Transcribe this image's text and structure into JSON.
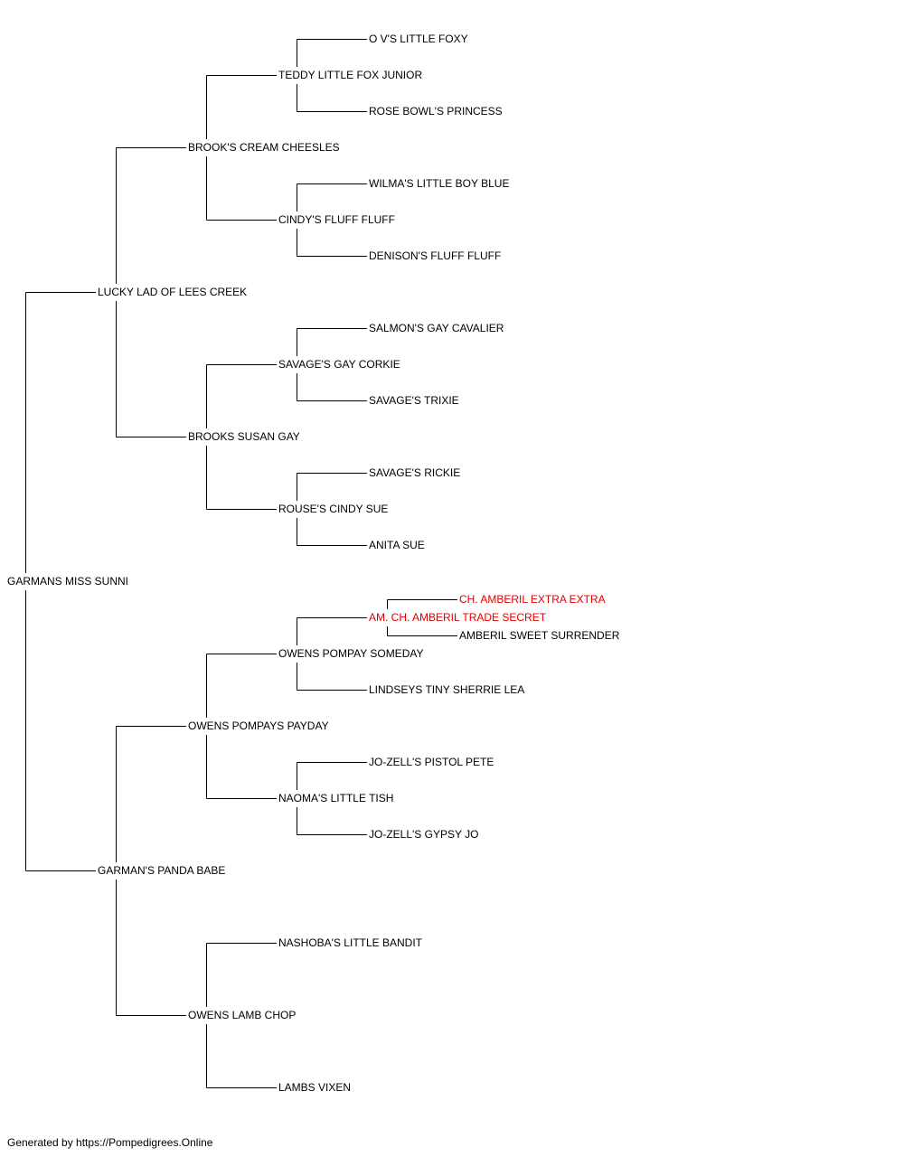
{
  "colors": {
    "line": "#000000",
    "text": "#000000",
    "highlight": "#e00000"
  },
  "pedigree": {
    "name": "GARMANS MISS SUNNI",
    "sire": {
      "name": "LUCKY LAD OF LEES CREEK",
      "sire": {
        "name": "BROOK'S CREAM CHEESLES",
        "sire": {
          "name": "TEDDY LITTLE FOX JUNIOR",
          "sire": {
            "name": "O V'S LITTLE FOXY"
          },
          "dam": {
            "name": "ROSE BOWL'S PRINCESS"
          }
        },
        "dam": {
          "name": "CINDY'S FLUFF FLUFF",
          "sire": {
            "name": "WILMA'S LITTLE BOY BLUE"
          },
          "dam": {
            "name": "DENISON'S FLUFF FLUFF"
          }
        }
      },
      "dam": {
        "name": "BROOKS SUSAN GAY",
        "sire": {
          "name": "SAVAGE'S GAY CORKIE",
          "sire": {
            "name": "SALMON'S GAY CAVALIER"
          },
          "dam": {
            "name": "SAVAGE'S TRIXIE"
          }
        },
        "dam": {
          "name": "ROUSE'S CINDY SUE",
          "sire": {
            "name": "SAVAGE'S RICKIE"
          },
          "dam": {
            "name": "ANITA SUE"
          }
        }
      }
    },
    "dam": {
      "name": "GARMAN'S PANDA BABE",
      "sire": {
        "name": "OWENS POMPAYS PAYDAY",
        "sire": {
          "name": "OWENS POMPAY SOMEDAY",
          "sire": {
            "name": "AM. CH. AMBERIL TRADE SECRET",
            "highlight": true,
            "sire": {
              "name": "CH. AMBERIL EXTRA EXTRA",
              "highlight": true
            },
            "dam": {
              "name": "AMBERIL SWEET SURRENDER"
            }
          },
          "dam": {
            "name": "LINDSEYS TINY SHERRIE LEA"
          }
        },
        "dam": {
          "name": "NAOMA'S LITTLE TISH",
          "sire": {
            "name": "JO-ZELL'S PISTOL PETE"
          },
          "dam": {
            "name": "JO-ZELL'S GYPSY JO"
          }
        }
      },
      "dam": {
        "name": "OWENS LAMB CHOP",
        "sire": {
          "name": "NASHOBA'S LITTLE BANDIT"
        },
        "dam": {
          "name": "LAMBS VIXEN"
        }
      }
    }
  },
  "footer": "Generated by https://Pompedigrees.Online"
}
